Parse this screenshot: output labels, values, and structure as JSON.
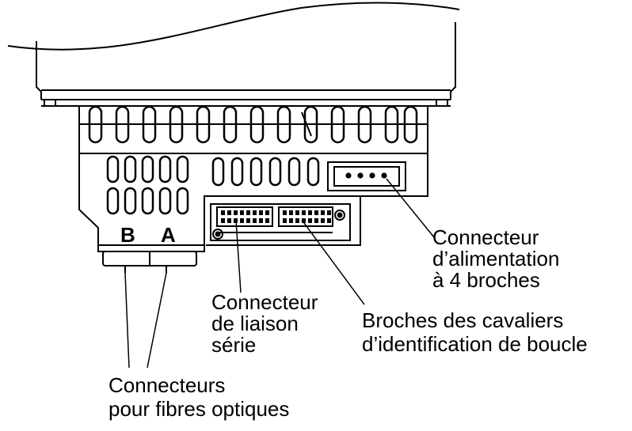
{
  "ports": {
    "b": "B",
    "a": "A"
  },
  "labels": {
    "power_connector": [
      "Connecteur",
      "d’alimentation",
      "à 4 broches"
    ],
    "serial_connector": [
      "Connecteur",
      "de liaison",
      "série"
    ],
    "loop_id_jumpers": [
      "Broches des cavaliers",
      "d’identification de boucle"
    ],
    "fiber_connectors": [
      "Connecteurs",
      "pour fibres optiques"
    ]
  }
}
